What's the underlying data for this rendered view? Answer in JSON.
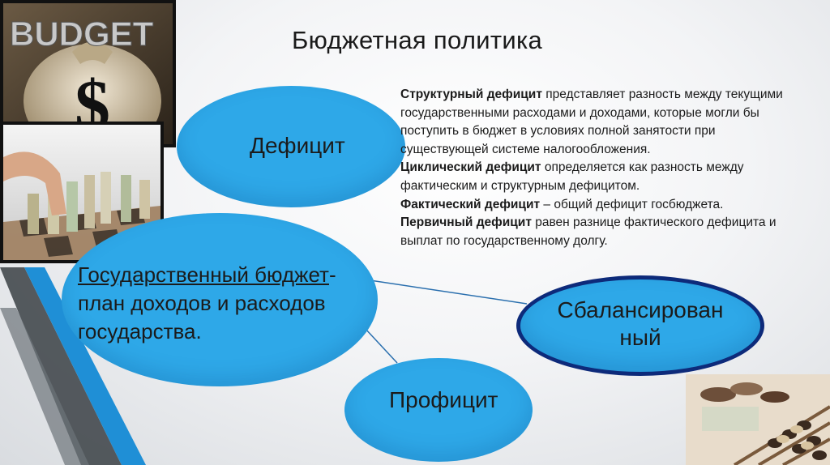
{
  "slide": {
    "title": "Бюджетная политика"
  },
  "images": {
    "top_left": {
      "icon": "budget-money-bag-photo",
      "caption": "BUDGET"
    },
    "chess": {
      "icon": "chess-coins-photo"
    },
    "abacus": {
      "icon": "abacus-coins-photo"
    }
  },
  "ellipses": {
    "deficit": "Дефицит",
    "budget_underlined": "Государственный бюджет",
    "budget_rest": "-план доходов и расходов государства.",
    "balanced_line1": "Сбалансирован",
    "balanced_line2": "ный",
    "profit": "Профицит"
  },
  "description": [
    {
      "term": "Структурный дефицит",
      "text": " представляет разность между текущими государственными расходами и доходами, которые могли бы поступить в бюджет в условиях полной занятости при существующей системе налогообложения."
    },
    {
      "term": "Циклический дефицит",
      "text": " определяется как разность между фактическим и структурным дефицитом."
    },
    {
      "term": " Фактический дефицит",
      "text": " – общий дефицит госбюджета."
    },
    {
      "term": " Первичный дефицит",
      "text": " равен разнице фактического дефицита и выплат по государственному долгу."
    }
  ],
  "colors": {
    "ellipse_fill": "#2ea8e8",
    "balanced_border": "#0d2a7a",
    "accent_stripe": "#1f8fd6"
  }
}
